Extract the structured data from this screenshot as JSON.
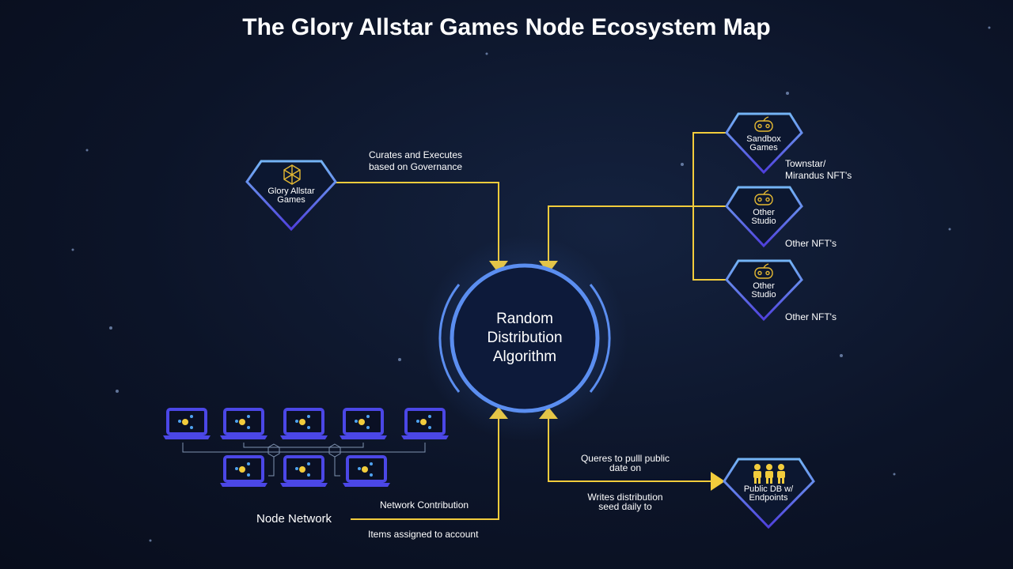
{
  "title": "The Glory Allstar Games Node Ecosystem Map",
  "center": {
    "line1": "Random",
    "line2": "Distribution",
    "line3": "Algorithm"
  },
  "glory": {
    "line1": "Glory Allstar",
    "line2": "Games",
    "icon": "hexagon-cube-icon",
    "edge_label1": "Curates and Executes",
    "edge_label2": "based on Governance"
  },
  "studios": [
    {
      "line1": "Sandbox",
      "line2": "Games",
      "icon": "gamepad-icon",
      "nft1": "Townstar/",
      "nft2": "Mirandus NFT's"
    },
    {
      "line1": "Other",
      "line2": "Studio",
      "icon": "gamepad-icon",
      "nft1": "Other NFT's"
    },
    {
      "line1": "Other",
      "line2": "Studio",
      "icon": "gamepad-icon",
      "nft1": "Other NFT's"
    }
  ],
  "publicdb": {
    "line1": "Public DB w/",
    "line2": "Endpoints",
    "icon": "users-icon",
    "query1": "Queres to pulll public",
    "query2": "date on",
    "write1": "Writes distribution",
    "write2": "seed daily to"
  },
  "node": {
    "label": "Node Network",
    "contrib": "Network Contribution",
    "items": "Items assigned to account"
  },
  "colors": {
    "line": "#f2cc3c",
    "gem_top": "#6aa8f0",
    "gem_bottom": "#5a4de0",
    "laptop": "#4b47e6"
  }
}
